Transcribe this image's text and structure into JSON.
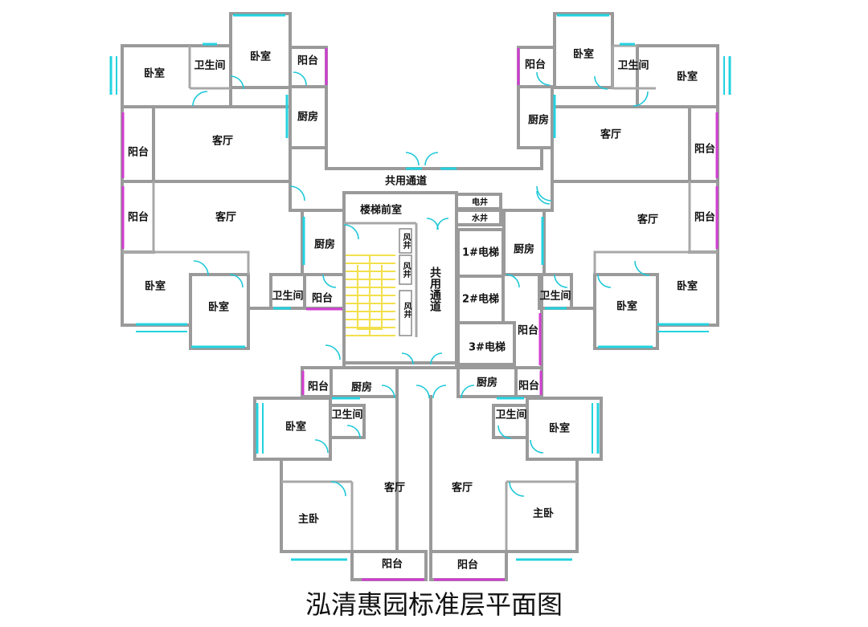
{
  "title": "泓清惠园标准层平面图",
  "rooms": {
    "ul_bedroom1": "卧室",
    "ul_bath": "卫生间",
    "ul_bedroom2": "卧室",
    "ul_balcony_top": "阳台",
    "ul_kitchen": "厨房",
    "ul_living": "客厅",
    "ul_balcony_side": "阳台",
    "ml_balcony_side": "阳台",
    "ml_living": "客厅",
    "ml_kitchen": "厨房",
    "ml_bedroom1": "卧室",
    "ml_bedroom2": "卧室",
    "ml_bath": "卫生间",
    "ml_balcony": "阳台",
    "corridor_top": "共用通道",
    "stair_lobby": "楼梯前室",
    "vent1": "风井",
    "vent2": "风井",
    "vent3": "风井",
    "corridor_center": "共用通道",
    "elec_shaft": "电井",
    "water_shaft": "水井",
    "elevator1": "1#电梯",
    "elevator2": "2#电梯",
    "elevator3": "3#电梯",
    "ur_balcony_top": "阳台",
    "ur_bedroom1": "卧室",
    "ur_bath": "卫生间",
    "ur_bedroom2": "卧室",
    "ur_kitchen": "厨房",
    "ur_living": "客厅",
    "ur_balcony_side": "阳台",
    "mr_balcony_side": "阳台",
    "mr_living": "客厅",
    "mr_kitchen": "厨房",
    "mr_bath": "卫生间",
    "mr_bedroom1": "卧室",
    "mr_bedroom2": "卧室",
    "mr_balcony": "阳台",
    "bl_balcony": "阳台",
    "bl_kitchen": "厨房",
    "bl_bedroom": "卧室",
    "bl_bath": "卫生间",
    "bl_living": "客厅",
    "bl_master": "主卧",
    "bl_balcony_bottom": "阳台",
    "br_kitchen": "厨房",
    "br_balcony": "阳台",
    "br_bath": "卫生间",
    "br_bedroom": "卧室",
    "br_living": "客厅",
    "br_master": "主卧",
    "br_balcony_bottom": "阳台"
  },
  "colors": {
    "wall": "#9a9a9a",
    "window": "#22d3e0",
    "balcony_rail": "#d23cd2",
    "stair": "#f2e04c",
    "text": "#111111"
  }
}
